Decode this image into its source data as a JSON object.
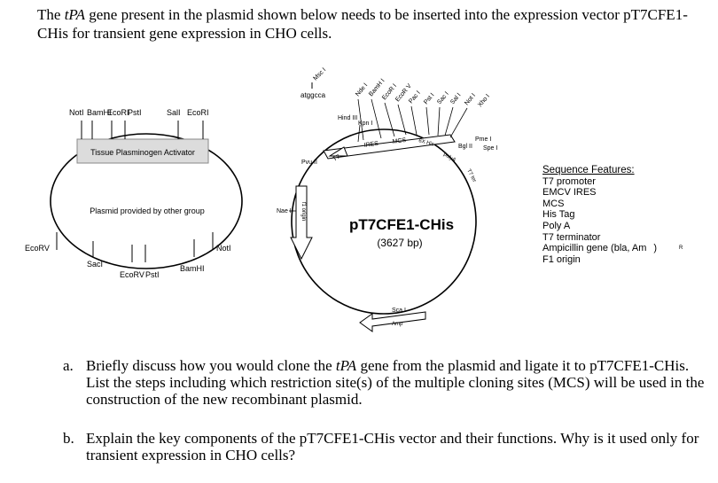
{
  "intro": {
    "pre": "The ",
    "gene": "tPA",
    "post": " gene present in the plasmid shown below needs to be inserted into the expression vector pT7CFE1-CHis for transient gene expression in CHO cells."
  },
  "left_plasmid": {
    "top_sites": [
      "NotI",
      "BamHI",
      "EcoRI",
      "PstI",
      "SalI",
      "EcoRI"
    ],
    "insert_label": "Tissue Plasminogen Activator",
    "inner_label": "Plasmid provided by other group",
    "bottom_sites": [
      "EcoRV",
      "SacI",
      "EcoRV",
      "PstI",
      "BamHI",
      "NotI"
    ]
  },
  "vector": {
    "name": "pT7CFE1-CHis",
    "size": "(3627 bp)",
    "seq": "atggcca",
    "mcs_sites": [
      "Msc I",
      "Nde I",
      "BamH I",
      "EcoR I",
      "EcoR V",
      "Pac I",
      "Pst I",
      "Sac I",
      "Sal I",
      "Not I",
      "Xho I"
    ],
    "other_sites": [
      "Hind III",
      "Kpn I",
      "Bgl II",
      "Pme I",
      "Spe I",
      "Pvu II",
      "Nae I",
      "Sca I"
    ],
    "features": [
      "T7",
      "IRES",
      "MCS",
      "6X His",
      "polyA",
      "T7 ter",
      "f1 origin",
      "Amp"
    ]
  },
  "sequence_features": {
    "heading": "Sequence Features:",
    "items": [
      "T7 promoter",
      "EMCV IRES",
      "MCS",
      "His Tag",
      "Poly A",
      "T7 terminator",
      "Ampicillin gene (bla, Am",
      "F1 origin"
    ],
    "amp_sup": "R",
    "amp_close": ")"
  },
  "questions": [
    {
      "label": "a.",
      "pre": "Briefly discuss how you would clone the ",
      "gene": "tPA",
      "post": " gene from the plasmid and ligate it to pT7CFE1-CHis. List the steps including which restriction site(s) of the multiple cloning sites (MCS) will be used in the construction of the new recombinant plasmid."
    },
    {
      "label": "b.",
      "text": "Explain the key components of the pT7CFE1-CHis vector and their functions. Why is it used only for transient expression in CHO cells?"
    }
  ]
}
